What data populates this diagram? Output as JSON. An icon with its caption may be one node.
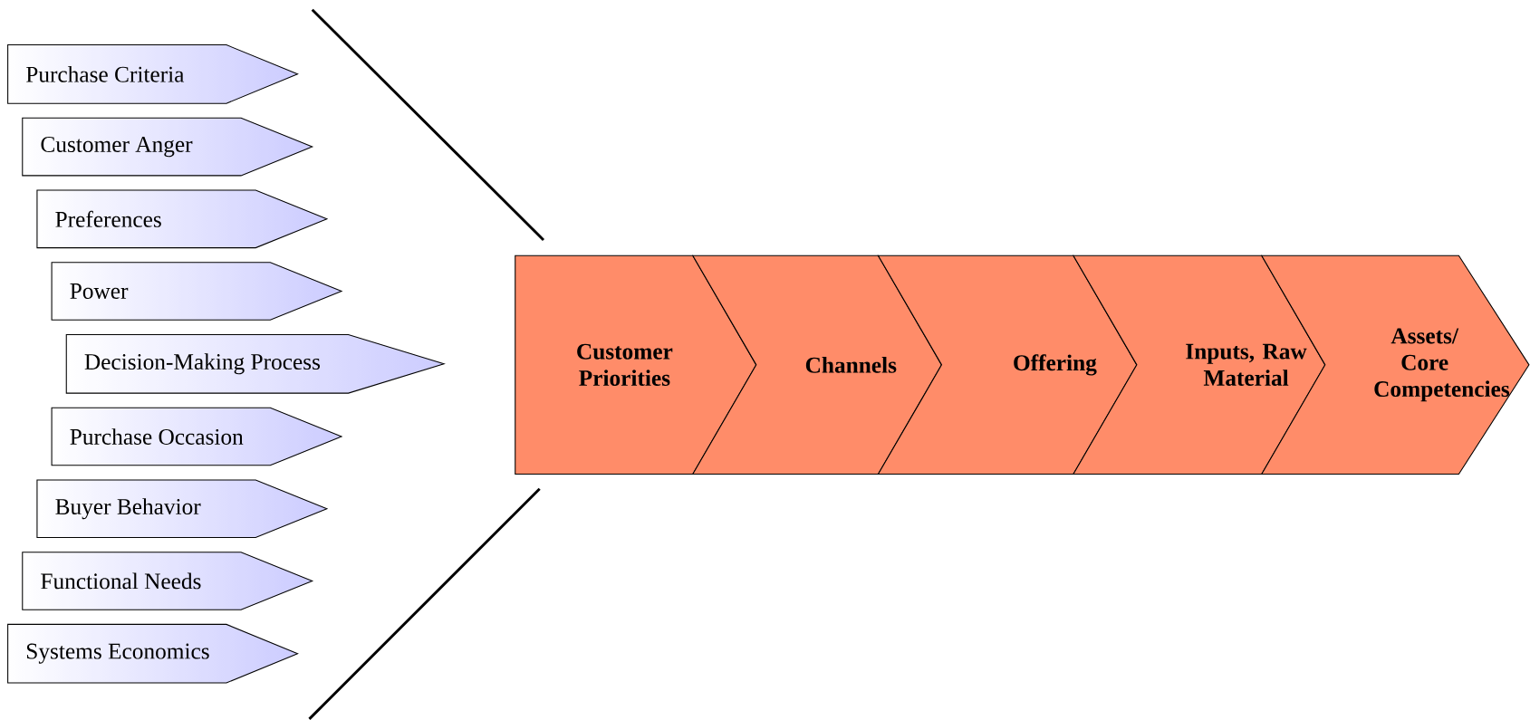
{
  "diagram": {
    "nodes": [
      {
        "text": [
          "Purchase Criteria"
        ]
      },
      {
        "text": [
          "Customer Anger"
        ]
      },
      {
        "text": [
          "Preferences"
        ]
      },
      {
        "text": [
          "Power"
        ]
      },
      {
        "text": [
          "Decision-Making Process"
        ]
      },
      {
        "text": [
          "Purchase Occasion"
        ]
      },
      {
        "text": [
          "Buyer Behavior"
        ]
      },
      {
        "text": [
          "Functional Needs"
        ]
      },
      {
        "text": [
          "Systems Economics"
        ]
      },
      {
        "text": [
          "Customer Priorities"
        ]
      },
      {
        "text": [
          "Channels"
        ]
      },
      {
        "text": [
          "Offering"
        ]
      },
      {
        "text": [
          "Inputs, Raw Material"
        ]
      },
      {
        "text": [
          "Assets/ Core Competencies"
        ]
      }
    ]
  }
}
